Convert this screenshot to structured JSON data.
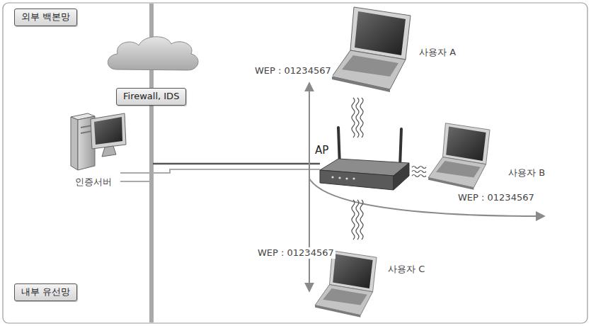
{
  "diagram": {
    "nodes": [
      {
        "text": [
          "외부 백본망"
        ]
      },
      {
        "text": [
          "Firewall, IDS"
        ]
      },
      {
        "text": [
          "내부 유선망"
        ]
      }
    ],
    "labels": [
      "WEP : 01234567",
      "사용자 A",
      "AP",
      "사용자 B",
      "인증서버",
      "WEP : 01234567",
      "WEP : 01234567",
      "사용자 C"
    ]
  }
}
